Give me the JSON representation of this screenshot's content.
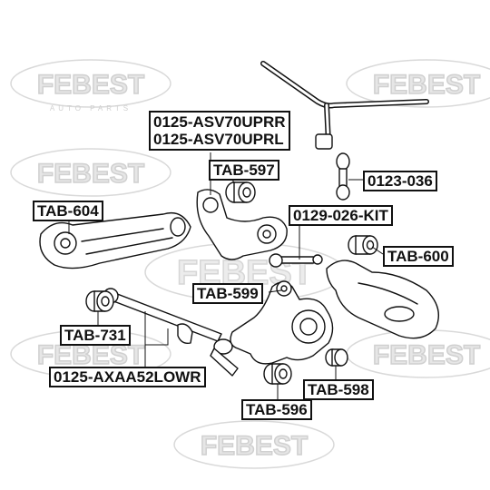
{
  "watermark": {
    "brand": "FEBEST",
    "tagline": "AUTO PARTS"
  },
  "labels": {
    "upper_arm_right": "0125-ASV70UPRR",
    "upper_arm_left": "0125-ASV70UPRL",
    "tab597": "TAB-597",
    "link_0123": "0123-036",
    "tab604": "TAB-604",
    "kit_0129": "0129-026-KIT",
    "tab600": "TAB-600",
    "tab599": "TAB-599",
    "tab731": "TAB-731",
    "tab598": "TAB-598",
    "lower_arm": "0125-AXAA52LOWR",
    "tab596": "TAB-596"
  },
  "colors": {
    "outline": "#111111",
    "leader": "#111111",
    "watermark": "#d9d9d9",
    "label_bg": "#ffffff"
  }
}
